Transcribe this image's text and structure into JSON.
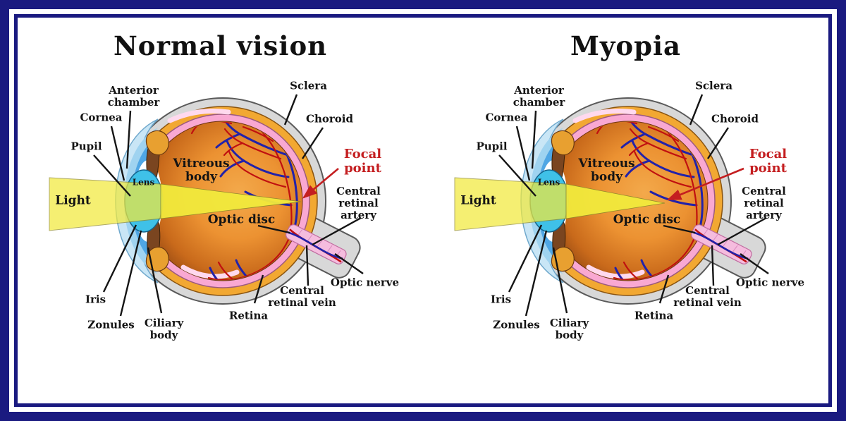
{
  "panels": [
    {
      "title": "Normal vision",
      "focal": "retina"
    },
    {
      "title": "Myopia",
      "focal": "before_retina"
    }
  ],
  "labels": {
    "anterior_chamber": "Anterior\nchamber",
    "cornea": "Cornea",
    "pupil": "Pupil",
    "light": "Light",
    "lens": "Lens",
    "iris": "Iris",
    "zonules": "Zonules",
    "ciliary_body": "Ciliary\nbody",
    "retina": "Retina",
    "vitreous_body": "Vitreous\nbody",
    "optic_disc": "Optic disc",
    "sclera": "Sclera",
    "choroid": "Choroid",
    "focal_point": "Focal\npoint",
    "central_retinal_artery": "Central\nretinal artery",
    "central_retinal_vein": "Central\nretinal vein",
    "optic_nerve": "Optic nerve"
  },
  "colors": {
    "frame": "#1A1A80",
    "beam": "#F2EA3C",
    "sclera": "#D8D8D8",
    "choroid": "#F2A832",
    "retina": "#F9A8D2",
    "lens": "#3FC1E8",
    "cornea": "#4FA6E4",
    "iris": "#7A4520",
    "ciliary": "#E8A030",
    "artery": "#C01010",
    "vein": "#2222AA",
    "focal": "#C41E20",
    "label": "#141414"
  }
}
